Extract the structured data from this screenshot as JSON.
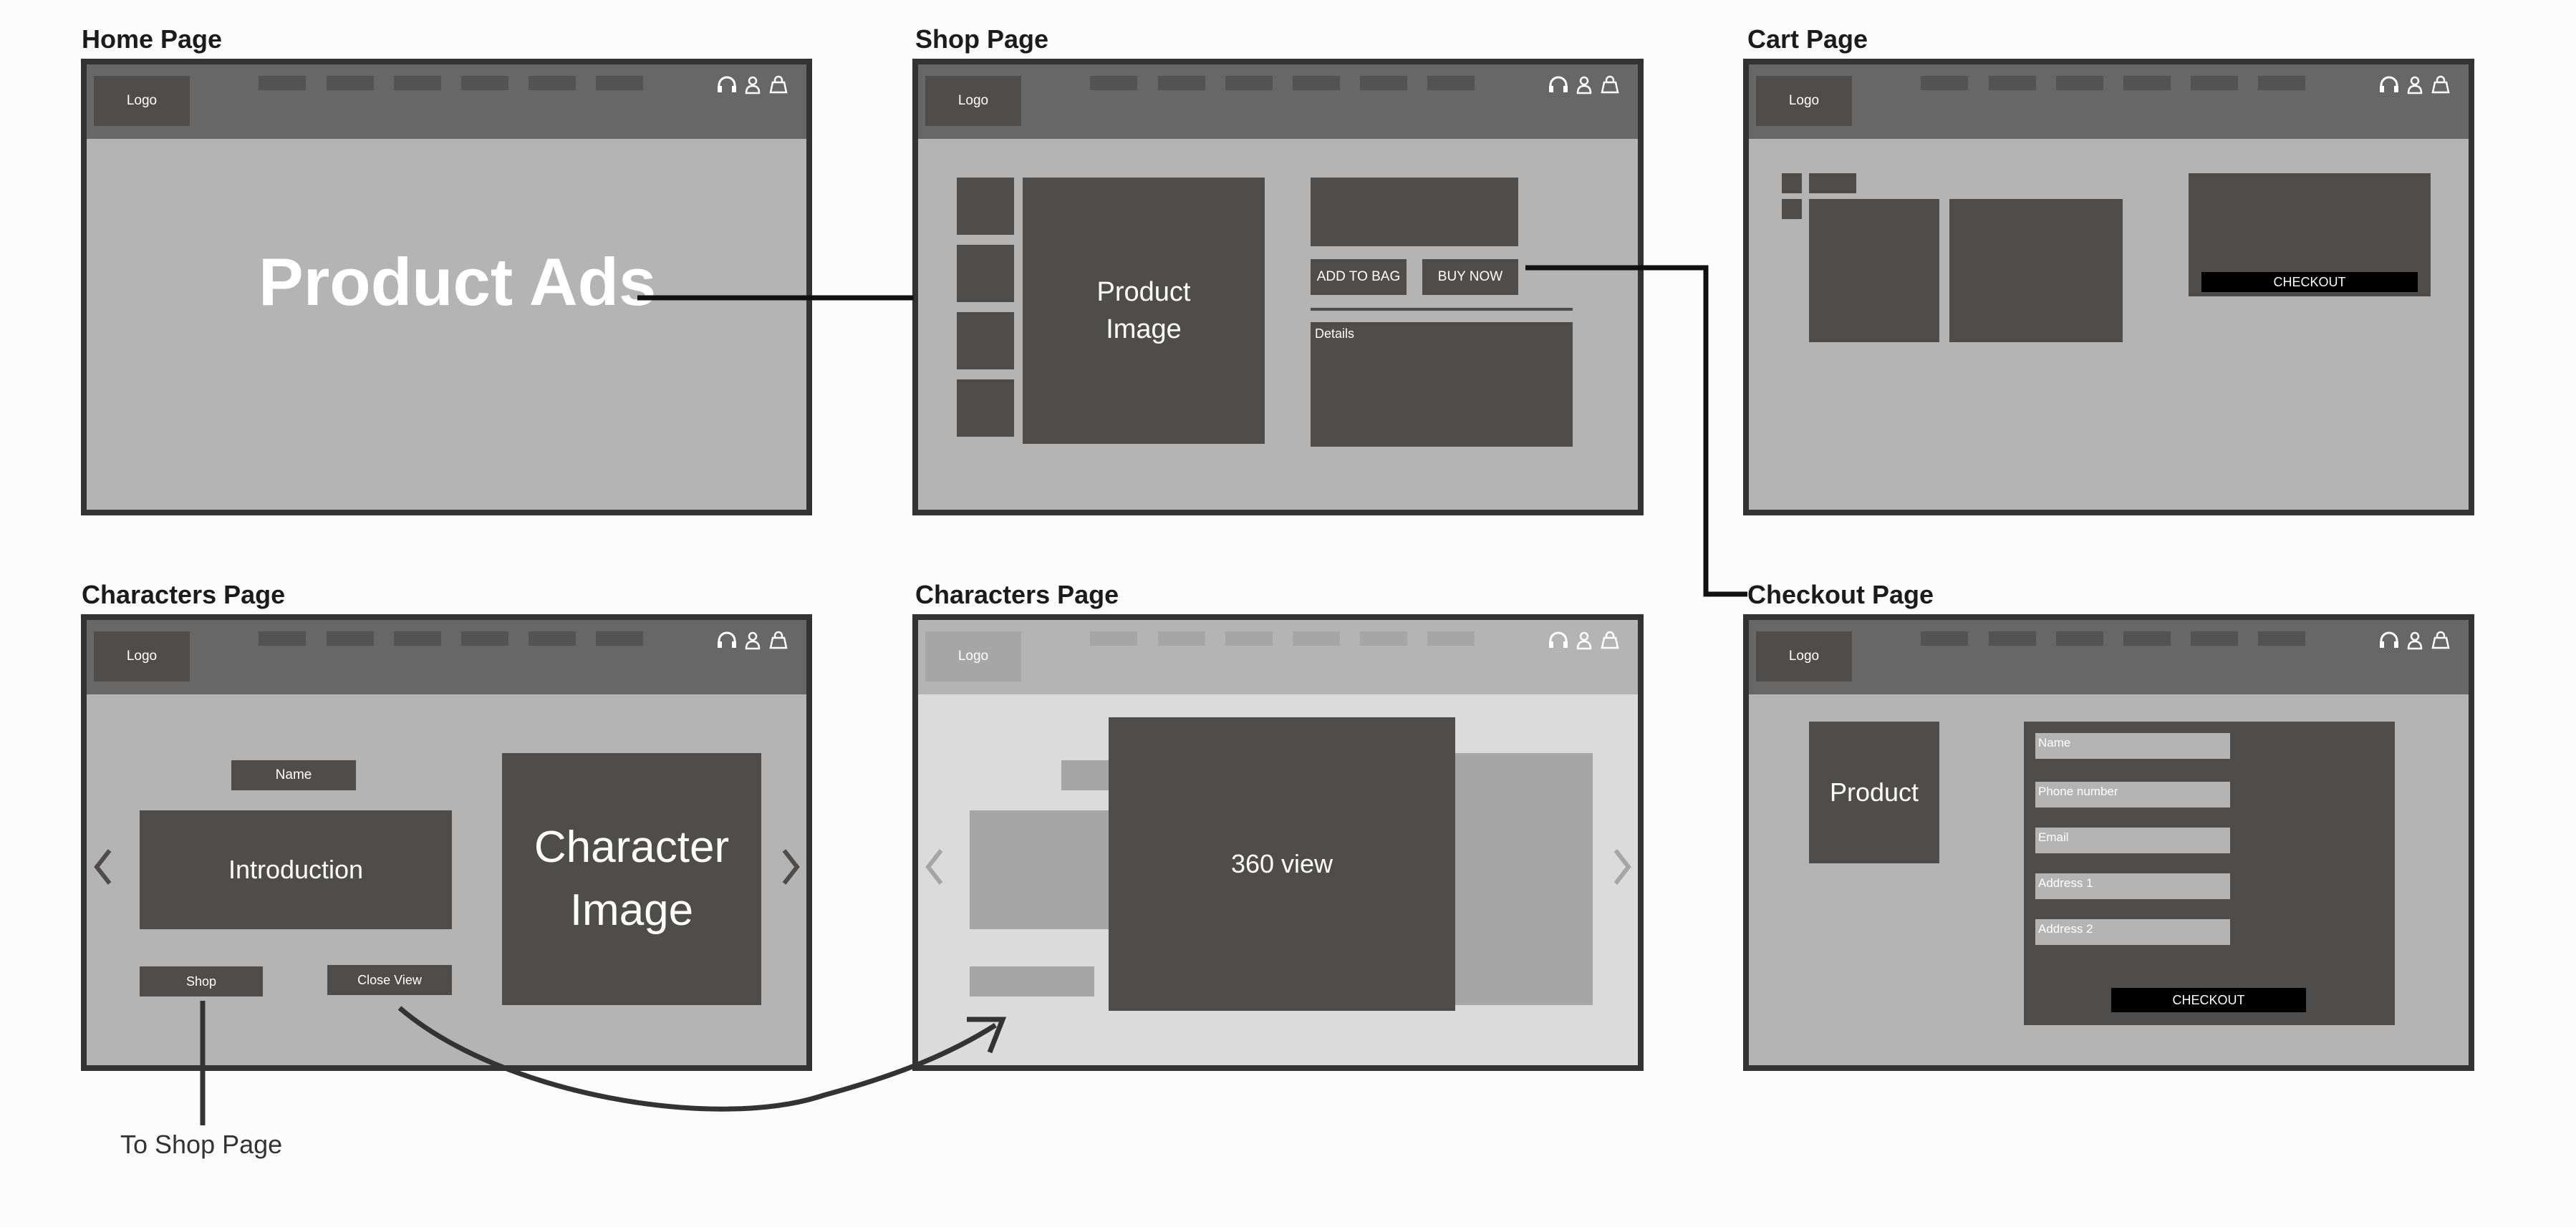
{
  "logo_label": "Logo",
  "pages": {
    "home": {
      "title": "Home Page",
      "hero": "Product Ads"
    },
    "shop": {
      "title": "Shop Page",
      "product_image": "Product Image",
      "add_to_bag": "ADD TO BAG",
      "buy_now": "BUY NOW",
      "details": "Details"
    },
    "cart": {
      "title": "Cart Page",
      "checkout": "CHECKOUT"
    },
    "characters": {
      "title": "Characters Page",
      "name": "Name",
      "introduction": "Introduction",
      "character_image": "Character Image",
      "shop": "Shop",
      "close_view": "Close View"
    },
    "characters_360": {
      "title": "Characters Page",
      "view": "360 view"
    },
    "checkout": {
      "title": "Checkout Page",
      "product": "Product",
      "fields": [
        "Name",
        "Phone number",
        "Email",
        "Address 1",
        "Address 2"
      ],
      "checkout": "CHECKOUT"
    }
  },
  "annotation": "To Shop Page",
  "icons": [
    "headphones-icon",
    "user-icon",
    "bag-icon"
  ]
}
